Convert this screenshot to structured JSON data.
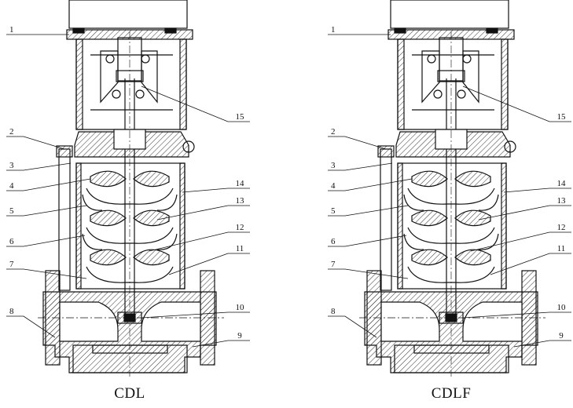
{
  "diagrams": [
    {
      "caption": "CDL",
      "left_labels": [
        "1",
        "2",
        "3",
        "4",
        "5",
        "6",
        "7",
        "8"
      ],
      "right_labels": [
        "15",
        "14",
        "13",
        "12",
        "11",
        "10",
        "9"
      ]
    },
    {
      "caption": "CDLF",
      "left_labels": [
        "1",
        "2",
        "3",
        "4",
        "5",
        "6",
        "7",
        "8"
      ],
      "right_labels": [
        "15",
        "14",
        "13",
        "12",
        "11",
        "10",
        "9"
      ]
    }
  ],
  "colors": {
    "line": "#111111",
    "background": "#ffffff",
    "hatch": "#333333"
  }
}
